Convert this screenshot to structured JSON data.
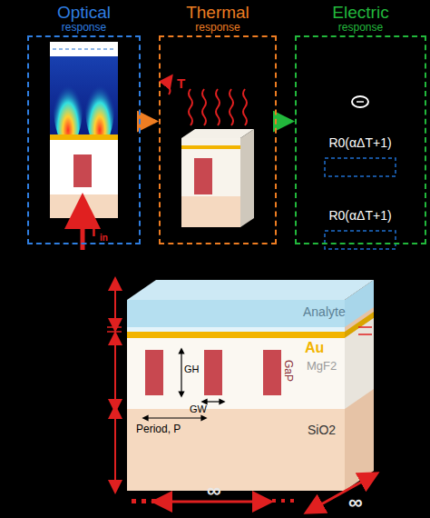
{
  "diagram": {
    "nodes": [
      {
        "text": [
          "Optical",
          "response"
        ]
      },
      {
        "text": [
          "Thermal",
          "response"
        ]
      },
      {
        "text": [
          "Electric",
          "response"
        ]
      }
    ],
    "edges": [
      {
        "from": 0,
        "to": 1,
        "arrow": "to"
      },
      {
        "from": 1,
        "to": 2,
        "arrow": "to"
      }
    ],
    "labels": [
      "I",
      "in",
      "T",
      "R0(αΔT+1)",
      "R0(αΔT+1)",
      "Analyte",
      "Au",
      "MgF2",
      "GaP",
      "SiO2",
      "GH",
      "GW",
      "Period, P",
      "∞",
      "∞"
    ]
  }
}
